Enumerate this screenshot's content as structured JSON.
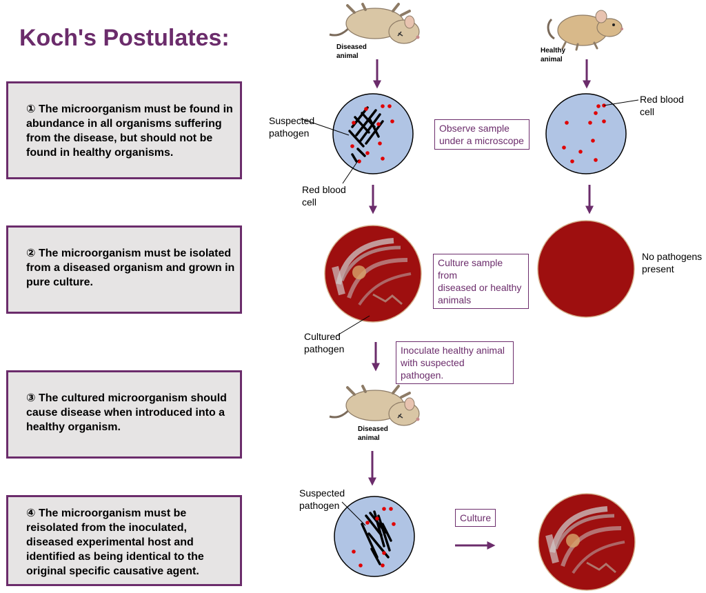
{
  "title": "Koch's Postulates:",
  "postulates": [
    "① The microorganism must be found in abundance in all organisms suffering from the disease, but should not be found in healthy organisms.",
    "② The microorganism must be isolated from a diseased organism and grown in pure culture.",
    "③ The cultured microorganism should cause disease when introduced into a healthy organism.",
    "④ The microorganism must be reisolated from the inoculated, diseased experimental host and identified as being identical to the original specific causative agent."
  ],
  "animals": {
    "diseased_top": [
      "Diseased",
      "animal"
    ],
    "healthy_top": [
      "Healthy",
      "animal"
    ],
    "diseased_mid": [
      "Diseased",
      "animal"
    ]
  },
  "labels": {
    "suspected_pathogen_1": [
      "Suspected",
      "pathogen"
    ],
    "red_blood_cell_1": [
      "Red blood",
      "cell"
    ],
    "red_blood_cell_2": [
      "Red blood",
      "cell"
    ],
    "cultured_pathogen": [
      "Cultured",
      "pathogen"
    ],
    "no_pathogens": [
      "No pathogens",
      "present"
    ],
    "suspected_pathogen_2": [
      "Suspected",
      "pathogen"
    ]
  },
  "notes": {
    "observe": [
      "Observe sample",
      "under a microscope"
    ],
    "culture_sample": [
      "Culture sample from",
      "diseased or healthy",
      "animals"
    ],
    "inoculate": [
      "Inoculate healthy animal",
      "with suspected pathogen."
    ],
    "culture": "Culture"
  },
  "colors": {
    "accent": "#6b2c6b",
    "box_fill": "#e6e4e4",
    "sample_fill": "#b0c4e4",
    "blood_cell": "#e00000",
    "agar": "#9e0f0f"
  }
}
